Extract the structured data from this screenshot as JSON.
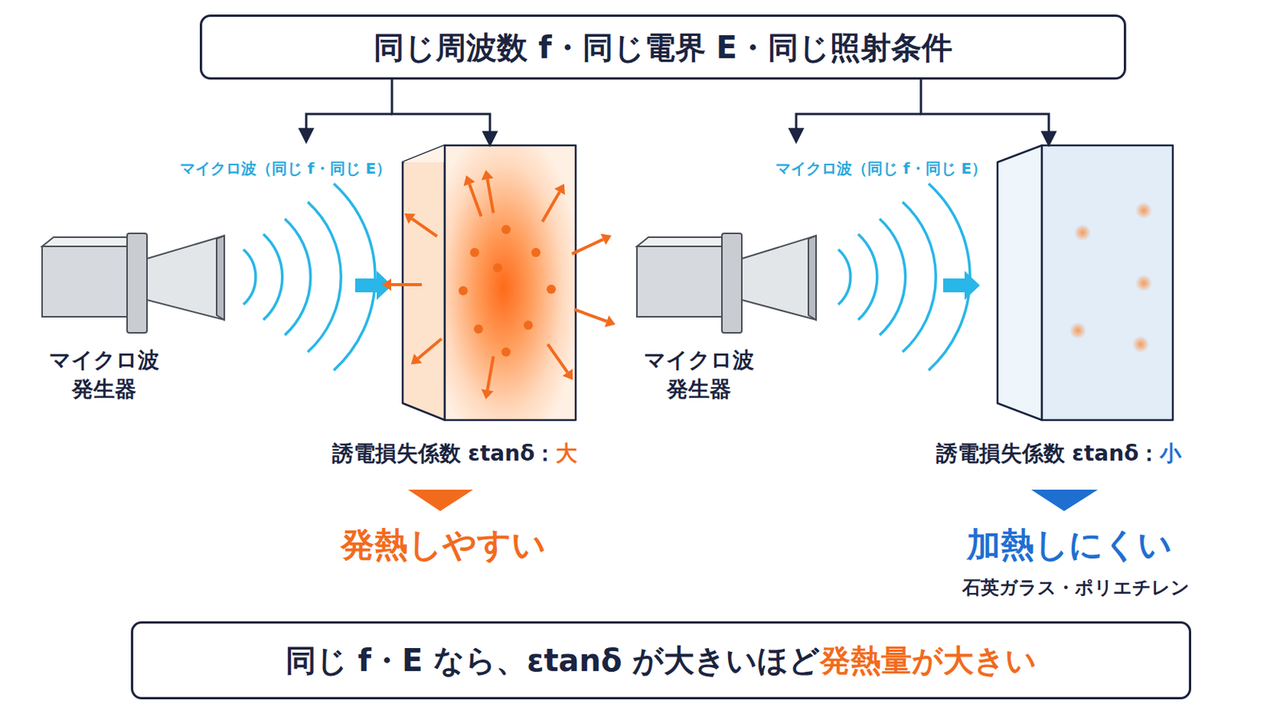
{
  "diagram": {
    "nodes": [
      {
        "text": [
          "同じ周波数 f・同じ電界 E・同じ照射条件"
        ]
      },
      {
        "text": [
          "誘電損失係数 εtanδ：大"
        ]
      },
      {
        "text": [
          "誘電損失係数 εtanδ：小"
        ]
      },
      {
        "text": [
          "同じ f・E なら、εtanδ が大きいほど発熱量が大きい"
        ]
      }
    ],
    "edges": [
      {
        "from": 0,
        "to": 1,
        "arrow": "to"
      },
      {
        "from": 0,
        "to": 2,
        "arrow": "to"
      }
    ],
    "labels": [
      "マイクロ波（同じ f・同じ E）",
      "マイクロ波 発生器",
      "マイクロ波（同じ f・同じ E）",
      "マイクロ波 発生器",
      "発熱しやすい",
      "加熱しにくい",
      "石英ガラス・ポリエチレン"
    ]
  }
}
